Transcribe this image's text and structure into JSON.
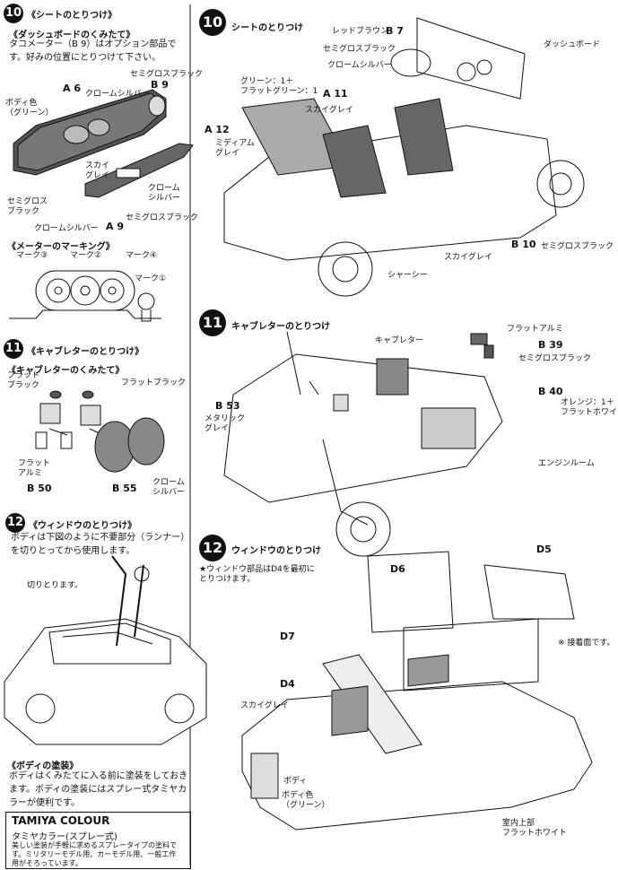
{
  "left_col": {
    "step10": {
      "num": "10",
      "title": "《シートのとりつけ》",
      "sub_title": "《ダッシュボードのくみたて》",
      "para": "タコメーター（B 9）はオプション部品です。好みの位置にとりつけて下さい。",
      "labels": {
        "a6": "A 6",
        "b9": "B 9",
        "semigloss_black_top": "セミグロスブラック",
        "body_color": "ボディ色\n（グリーン）",
        "chrome_silver_top": "クロームシルバー",
        "sky_grey": "スカイ\nグレイ",
        "chrome_silver_right": "クローム\nシルバー",
        "semigloss_black_left": "セミグロス\nブラック",
        "semigloss_black_bottom": "セミグロスブラック",
        "chrome_silver_bottom": "クロームシルバー",
        "a9": "A 9"
      }
    },
    "meter": {
      "title": "《メーターのマーキング》",
      "mark3": "マーク③",
      "mark2": "マーク②",
      "mark4": "マーク④",
      "mark1": "マーク①"
    },
    "step11": {
      "num": "11",
      "title": "《キャブレターのとりつけ》",
      "sub_title": "《キャブレターのくみたて》",
      "flat_black_1": "フラット\nブラック",
      "flat_black_2": "フラットブラック",
      "flat_aluminum": "フラット\nアルミ",
      "b50": "B 50",
      "b55": "B 55",
      "chrome_silver": "クローム\nシルバー"
    },
    "step12": {
      "num": "12",
      "title": "《ウィンドウのとりつけ》",
      "para": "ボディは下図のように不要部分（ランナー）を切りとってから使用します。",
      "cut_label": "切りとります。",
      "paint_title": "《ボディの塗装》",
      "paint_para": "ボディはくみたてに入る前に塗装をしておきます。ボディの塗装にはスプレー式タミヤカラーが便利です。"
    },
    "tamiya": {
      "brand": "TAMIYA COLOUR",
      "sub": "タミヤカラー(スプレー式)",
      "desc": "美しい塗装が手軽に求めるスプレータイプの塗料です。ミリタリーモデル用、カーモデル用、一般工作用がそろっています。"
    }
  },
  "right_col": {
    "step10": {
      "num": "10",
      "title": "シートのとりつけ",
      "red_brown": "レッドブラウン",
      "b7": "B 7",
      "semigloss_black": "セミグロスブラック",
      "chrome_silver": "クロームシルバー",
      "dashboard": "ダッシュボード",
      "green_flat": "グリーン：1＋\nフラットグリーン：1",
      "a11": "A 11",
      "sky_grey": "スカイグレイ",
      "a12": "A 12",
      "medium_grey": "ミディアム\nグレイ",
      "b10": "B 10",
      "semigloss_black_2": "セミグロスブラック",
      "sky_grey_2": "スカイグレイ",
      "chassis": "シャーシー"
    },
    "step11": {
      "num": "11",
      "title": "キャブレターのとりつけ",
      "carburetor": "キャブレター",
      "flat_aluminum": "フラットアルミ",
      "b39": "B 39",
      "semigloss_black": "セミグロスブラック",
      "b40": "B 40",
      "orange_flatwhite": "オレンジ：1＋\nフラットホワイト：1",
      "b53": "B 53",
      "metallic_grey": "メタリック\nグレイ",
      "engine_room": "エンジンルーム"
    },
    "step12": {
      "num": "12",
      "title": "ウィンドウのとりつけ",
      "note": "★ウィンドウ部品はD4を最初に\nとりつけます。",
      "d5": "D5",
      "d6": "D6",
      "d7": "D7",
      "d4": "D4",
      "adhesive": "※ 接着面です。",
      "sky_grey": "スカイグレイ",
      "body": "ボディ",
      "body_color": "ボディ色\n（グリーン）",
      "interior_top": "室内上部\nフラットホワイト"
    }
  }
}
